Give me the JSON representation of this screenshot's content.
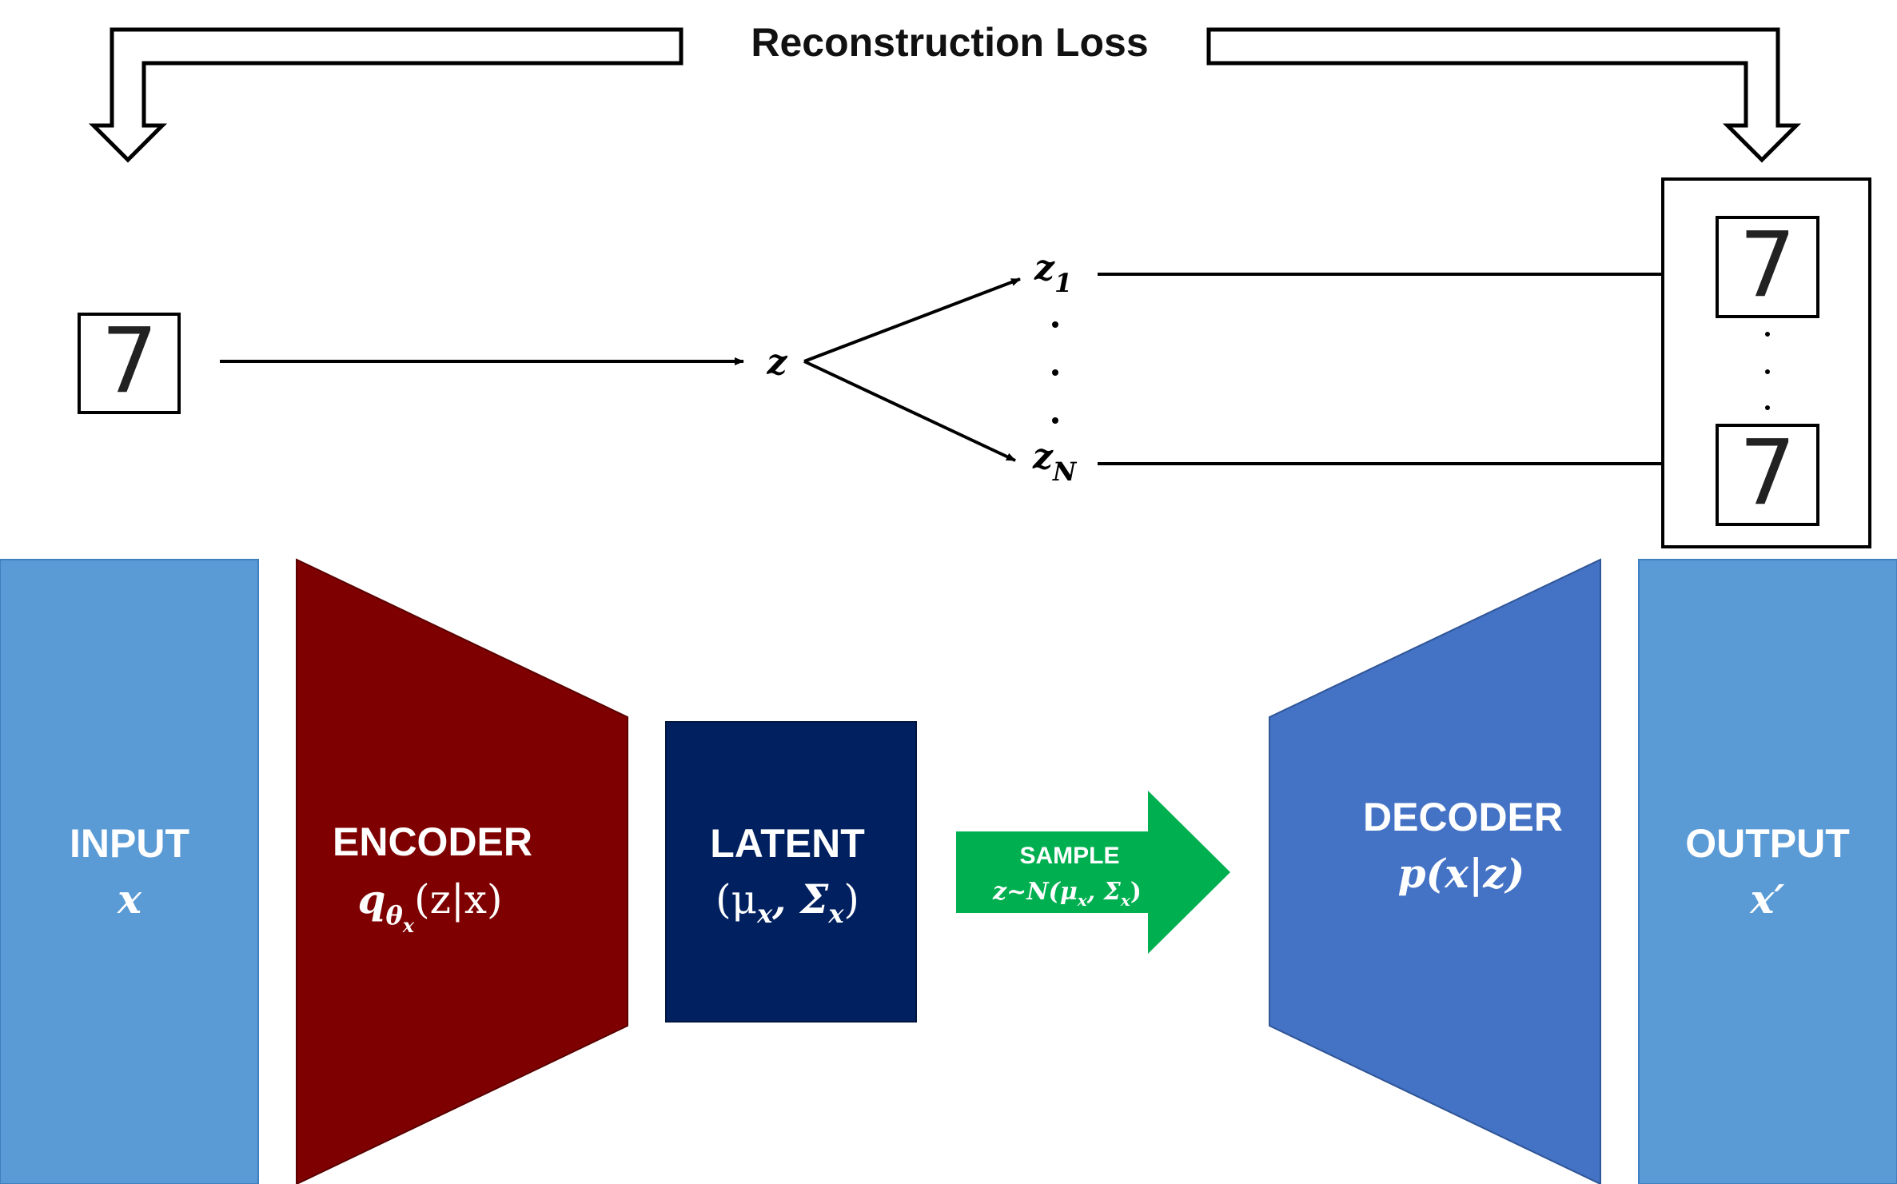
{
  "title": "Reconstruction Loss",
  "colors": {
    "io_block": "#5b9bd5",
    "encoder": "#7f0000",
    "latent": "#002060",
    "sample_arrow": "#00b050",
    "decoder": "#4472c4",
    "line": "#000000",
    "text_light": "#ffffff"
  },
  "blocks": {
    "input": {
      "label": "INPUT",
      "math": "x"
    },
    "encoder": {
      "label": "ENCODER",
      "math": "q",
      "math_sub": "θ",
      "math_sub2": "x",
      "math_rest": "(z|x)"
    },
    "latent": {
      "label": "LATENT",
      "math": "(μ",
      "math_sub": "x",
      "math_mid": ", Σ",
      "math_sub2": "x",
      "math_end": ")"
    },
    "sample": {
      "label": "SAMPLE",
      "math": "z~N(μ",
      "math_sub": "x",
      "math_mid": ", Σ",
      "math_sub2": "x",
      "math_end": ")"
    },
    "decoder": {
      "label": "DECODER",
      "math": "p(x|z)"
    },
    "output": {
      "label": "OUTPUT",
      "math": "x′"
    }
  },
  "flow": {
    "input_digit": "7",
    "latent_var": "z",
    "sample_first": "z",
    "sample_first_sub": "1",
    "sample_last": "z",
    "sample_last_sub": "N",
    "output_digits": [
      "7",
      "7"
    ]
  }
}
